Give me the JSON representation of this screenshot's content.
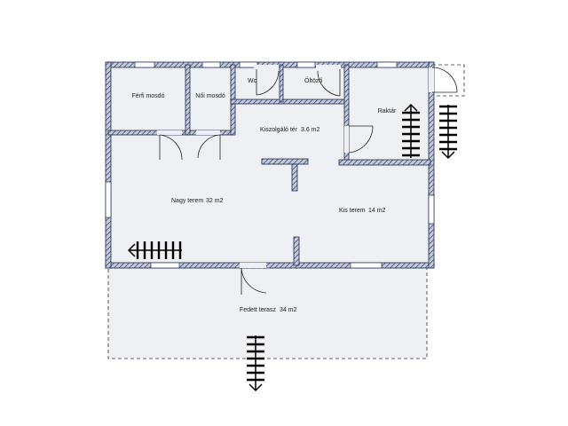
{
  "rooms": {
    "ferfi_mosdo": {
      "name": "Férfi mosdó"
    },
    "noi_mosdo": {
      "name": "Női mosdó"
    },
    "wc": {
      "name": "Wc"
    },
    "oltozo": {
      "name": "Öltöző"
    },
    "raktar": {
      "name": "Raktár"
    },
    "kiszolgalo_ter": {
      "name": "Kiszolgáló tér",
      "area": "3.6 m2"
    },
    "nagy_terem": {
      "name": "Nagy terem",
      "area": "32 m2"
    },
    "kis_terem": {
      "name": "Kis terem",
      "area": "14 m2"
    },
    "fedett_terasz": {
      "name": "Fedett terasz",
      "area": "34 m2"
    }
  },
  "colors": {
    "wall_fill": "#c9cdd6",
    "wall_outline": "#1f2b57",
    "floor": "#eef0f3",
    "stairs": "#000000"
  }
}
